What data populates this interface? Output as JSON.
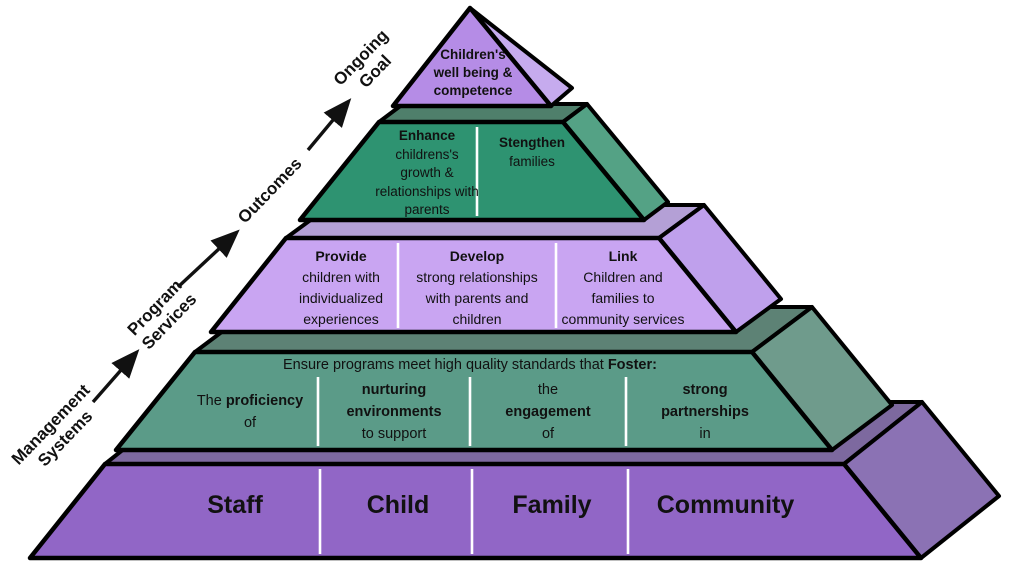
{
  "colors": {
    "outline": "#000000",
    "divider": "#ffffff",
    "text": "#111111",
    "goal_front": "#b58ce6",
    "goal_side": "#c6abee",
    "outcomes_front": "#2e9371",
    "outcomes_top": "#4f7f6b",
    "outcomes_side": "#54a285",
    "ps_front": "#c9a5f2",
    "ps_top": "#b4a0d6",
    "ps_side": "#bfa0ec",
    "mg_front": "#5b9b88",
    "mg_top": "#5d8275",
    "mg_side": "#6f9b8c",
    "fd_front": "#9166c6",
    "fd_top": "#7d699f",
    "fd_side": "#8b72b4"
  },
  "arrow_track": {
    "labels": [
      {
        "lines": [
          "Management",
          "Systems"
        ]
      },
      {
        "lines": [
          "Program",
          "Services"
        ]
      },
      {
        "lines": [
          "Outcomes"
        ]
      },
      {
        "lines": [
          "Ongoing",
          "Goal"
        ]
      }
    ]
  },
  "pyramid": {
    "goal": {
      "lines": [
        [
          {
            "t": "Children's",
            "b": true
          }
        ],
        [
          {
            "t": "well being &",
            "b": true
          }
        ],
        [
          {
            "t": "competence",
            "b": true
          }
        ]
      ]
    },
    "outcomes": {
      "cells": [
        {
          "lines": [
            [
              {
                "t": "Enhance",
                "b": true
              }
            ],
            [
              {
                "t": "childrens's",
                "b": false
              }
            ],
            [
              {
                "t": "growth &",
                "b": false
              }
            ],
            [
              {
                "t": "relationships with",
                "b": false
              }
            ],
            [
              {
                "t": "parents",
                "b": false
              }
            ]
          ]
        },
        {
          "lines": [
            [
              {
                "t": "Stengthen",
                "b": true
              }
            ],
            [
              {
                "t": "families",
                "b": false
              }
            ]
          ]
        }
      ]
    },
    "program_services": {
      "cells": [
        {
          "lines": [
            [
              {
                "t": "Provide",
                "b": true
              }
            ],
            [
              {
                "t": "children with",
                "b": false
              }
            ],
            [
              {
                "t": "individualized",
                "b": false
              }
            ],
            [
              {
                "t": "experiences",
                "b": false
              }
            ]
          ]
        },
        {
          "lines": [
            [
              {
                "t": "Develop",
                "b": true
              }
            ],
            [
              {
                "t": "strong relationships",
                "b": false
              }
            ],
            [
              {
                "t": "with parents and",
                "b": false
              }
            ],
            [
              {
                "t": "children",
                "b": false
              }
            ]
          ]
        },
        {
          "lines": [
            [
              {
                "t": "Link",
                "b": true
              }
            ],
            [
              {
                "t": "Children and",
                "b": false
              }
            ],
            [
              {
                "t": "families to",
                "b": false
              }
            ],
            [
              {
                "t": "community services",
                "b": false
              }
            ]
          ]
        }
      ]
    },
    "management": {
      "header": [
        {
          "t": "Ensure programs meet high quality standards that ",
          "b": false
        },
        {
          "t": "Foster:",
          "b": true
        }
      ],
      "cells": [
        {
          "lines": [
            [
              {
                "t": "The ",
                "b": false
              },
              {
                "t": "proficiency",
                "b": true
              }
            ],
            [
              {
                "t": "of",
                "b": false
              }
            ]
          ]
        },
        {
          "lines": [
            [
              {
                "t": "nurturing",
                "b": true
              }
            ],
            [
              {
                "t": "environments",
                "b": true
              }
            ],
            [
              {
                "t": "to support",
                "b": false
              }
            ]
          ]
        },
        {
          "lines": [
            [
              {
                "t": "the",
                "b": false
              }
            ],
            [
              {
                "t": "engagement",
                "b": true
              }
            ],
            [
              {
                "t": "of",
                "b": false
              }
            ]
          ]
        },
        {
          "lines": [
            [
              {
                "t": "strong",
                "b": true
              }
            ],
            [
              {
                "t": "partnerships",
                "b": true
              }
            ],
            [
              {
                "t": "in",
                "b": false
              }
            ]
          ]
        }
      ]
    },
    "foundation": {
      "cells": [
        {
          "label": "Staff"
        },
        {
          "label": "Child"
        },
        {
          "label": "Family"
        },
        {
          "label": "Community"
        }
      ]
    }
  }
}
